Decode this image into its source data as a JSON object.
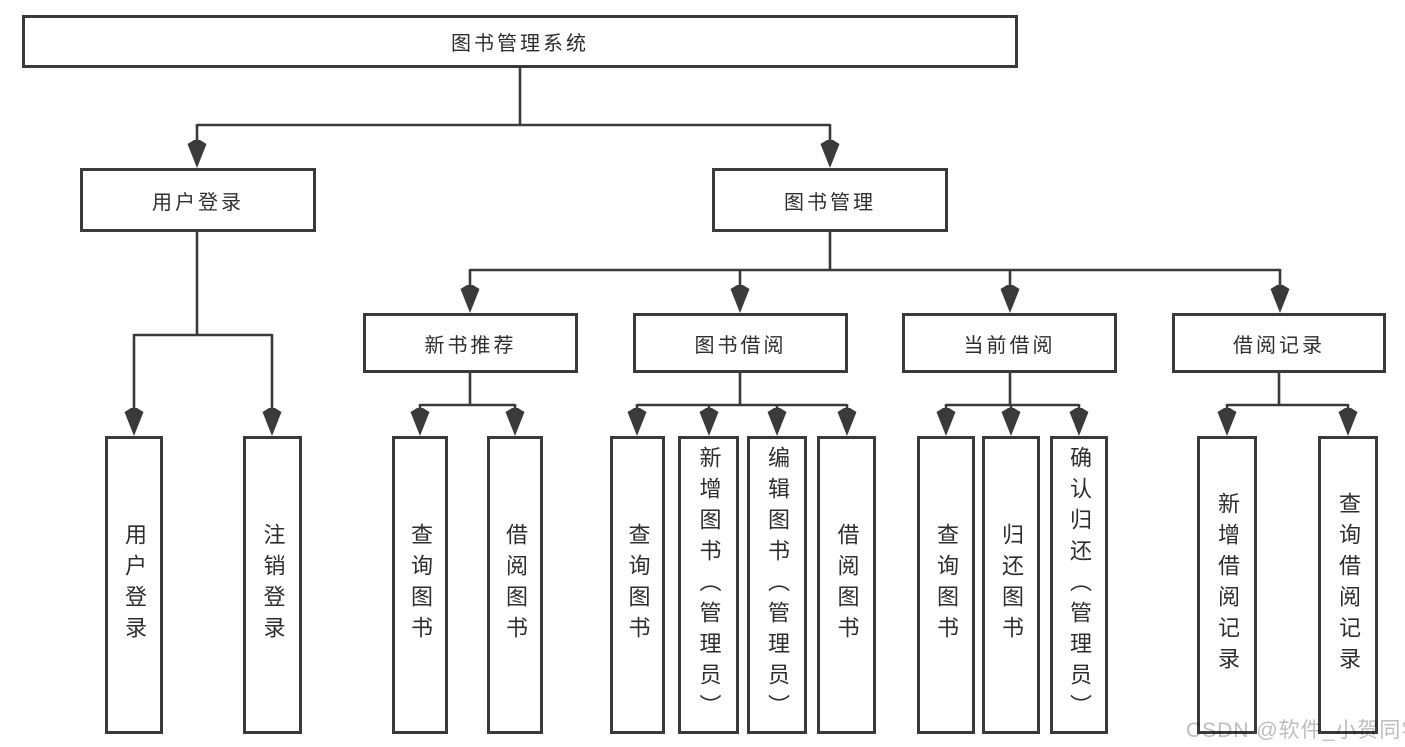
{
  "diagram_title": "图书管理系统",
  "nodes": {
    "root": {
      "label": "图书管理系统"
    },
    "user_login": {
      "label": "用户登录"
    },
    "book_mgmt": {
      "label": "图书管理"
    },
    "new_book_rec": {
      "label": "新书推荐"
    },
    "book_borrow": {
      "label": "图书借阅"
    },
    "current_borrow": {
      "label": "当前借阅"
    },
    "borrow_records": {
      "label": "借阅记录"
    },
    "leaf_user_login": {
      "label": "用户登录"
    },
    "leaf_logout": {
      "label": "注销登录"
    },
    "leaf_nb_query": {
      "label": "查询图书"
    },
    "leaf_nb_borrow": {
      "label": "借阅图书"
    },
    "leaf_bb_query": {
      "label": "查询图书"
    },
    "leaf_bb_add": {
      "label": "新增图书（管理员）"
    },
    "leaf_bb_edit": {
      "label": "编辑图书（管理员）"
    },
    "leaf_bb_borrow": {
      "label": "借阅图书"
    },
    "leaf_cb_query": {
      "label": "查询图书"
    },
    "leaf_cb_return": {
      "label": "归还图书"
    },
    "leaf_cb_confirm": {
      "label": "确认归还（管理员）"
    },
    "leaf_br_add": {
      "label": "新增借阅记录"
    },
    "leaf_br_query": {
      "label": "查询借阅记录"
    }
  },
  "watermark": "CSDN @软件_小贺同学",
  "colors": {
    "line": "#3a3a3a",
    "text": "#2e2e2e",
    "watermark_gray": "#bdbdbd",
    "background": "#ffffff"
  }
}
